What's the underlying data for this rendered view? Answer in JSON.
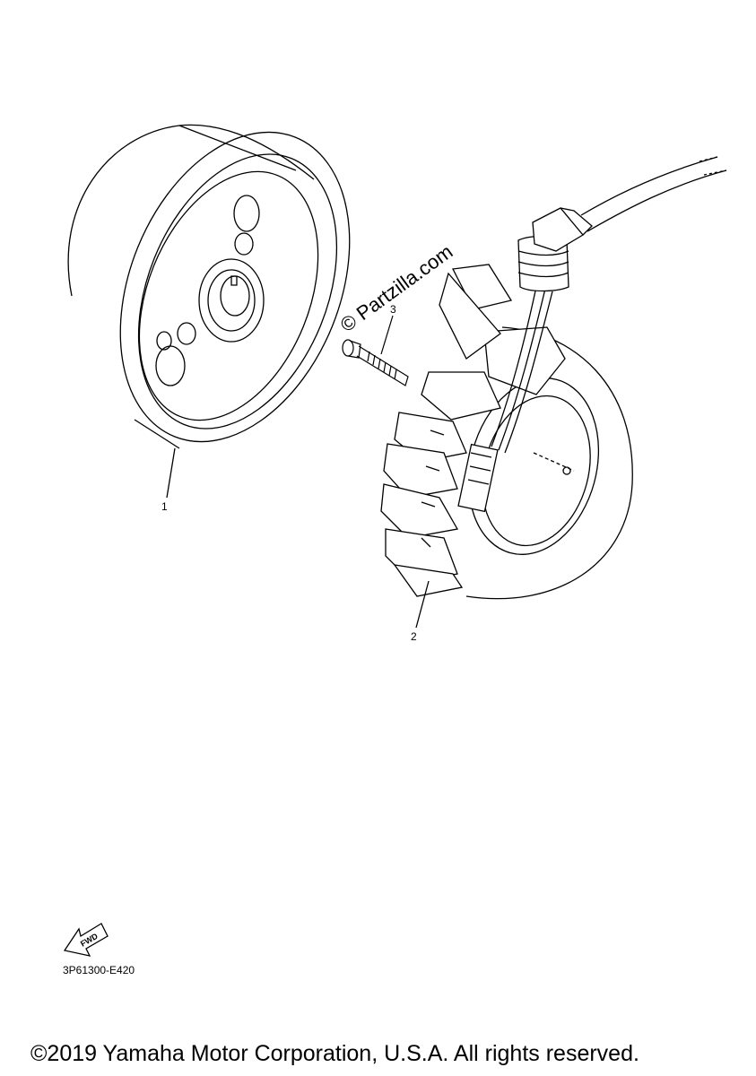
{
  "callouts": {
    "flywheel": "1",
    "stator": "2",
    "bolt": "3"
  },
  "watermark": "© Partzilla.com",
  "part_code": "3P61300-E420",
  "fwd_label": "FWD",
  "copyright": "©2019 Yamaha Motor Corporation, U.S.A. All rights reserved.",
  "colors": {
    "line": "#000000",
    "background": "#ffffff"
  }
}
